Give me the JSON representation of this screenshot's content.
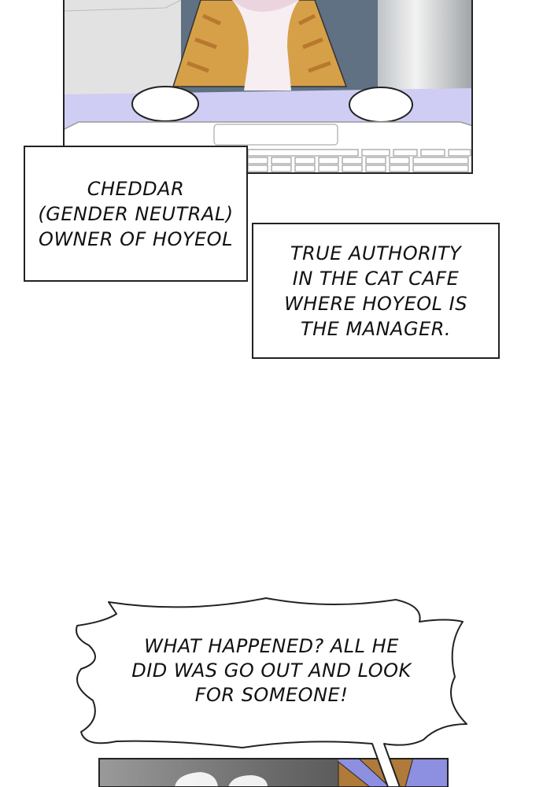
{
  "captions": {
    "cheddar": [
      "CHEDDAR",
      "(GENDER NEUTRAL)",
      "OWNER OF HOYEOL"
    ],
    "authority": [
      "TRUE AUTHORITY",
      "IN THE CAT CAFE",
      "WHERE HOYEOL IS",
      "THE MANAGER."
    ]
  },
  "speech_bubble": {
    "lines": [
      "WHAT HAPPENED? ALL HE",
      "DID WAS GO OUT AND LOOK",
      "FOR SOMEONE!"
    ]
  },
  "colors": {
    "fur": "#d6a048",
    "stripe": "#b8782e",
    "desk": "#cfcdf3",
    "wall": "#5f7182"
  }
}
